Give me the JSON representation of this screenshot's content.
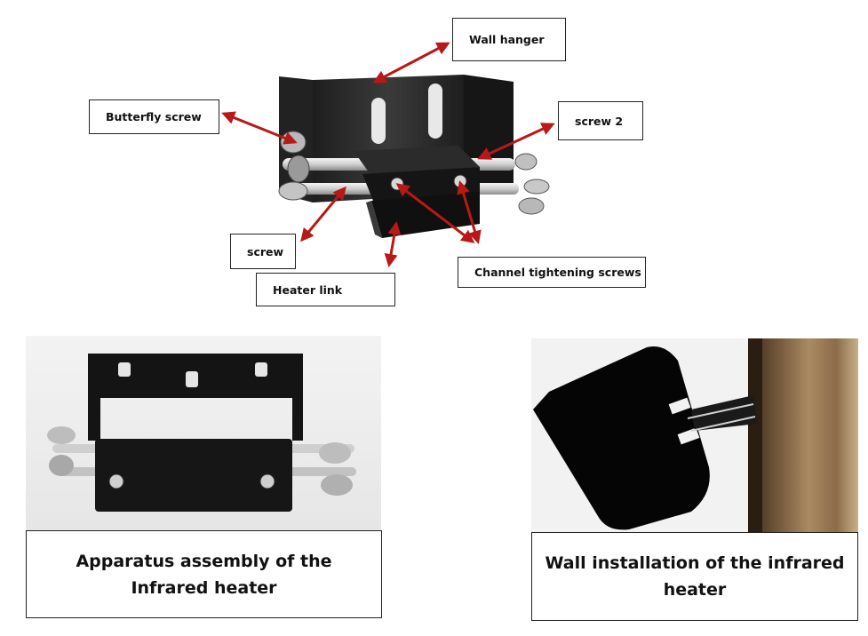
{
  "callouts": {
    "wall_hanger": "Wall hanger",
    "butterfly_screw": "Butterfly screw",
    "screw_2": "screw 2",
    "screw": "screw",
    "heater_link": "Heater link",
    "channel_tightening_screws": "Channel tightening screws"
  },
  "captions": {
    "assembly": "Apparatus assembly of the Infrared heater",
    "wall_installation": "Wall installation of the infrared heater"
  },
  "colors": {
    "arrow": "#b81818",
    "metal_dark": "#1a1a1a",
    "rod": "#d8d8d8"
  }
}
